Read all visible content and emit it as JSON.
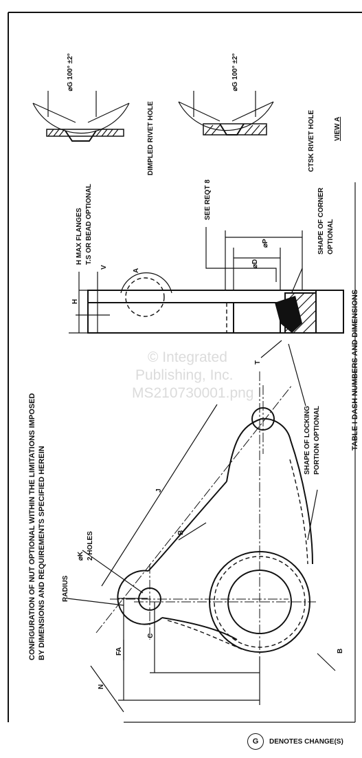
{
  "notes": {
    "configuration_line1": "CONFIGURATION OF NUT OPTIONAL WITHIN THE LIMITATIONS IMPOSED",
    "configuration_line2": "BY DIMENSIONS AND REQUIREMENTS SPECIFIED HEREIN",
    "radius": "RADIUS",
    "holes_line1": "⌀K",
    "holes_line2": "2 HOLES",
    "h_flanges_line1": "H  MAX FLANGES",
    "h_flanges_line2": "T.S OR BEAD OPTIONAL",
    "see_reqt": "SEE REQT 8",
    "corner_line1": "SHAPE OF CORNER",
    "corner_line2": "OPTIONAL",
    "locking_line1": "SHAPE OF LOCKING",
    "locking_line2": "PORTION OPTIONAL",
    "dimpled": "DIMPLED RIVET HOLE",
    "ctsk": "CTSK RIVET HOLE",
    "view": "VIEW A",
    "table_title": "TABLE I  DASH NUMBERS AND DIMENSIONS",
    "angle_1": "⌀G 100° ±2°",
    "angle_2": "⌀G 100° ±2°"
  },
  "dims": {
    "A": "A",
    "B": "B",
    "B2": "B",
    "C": "C",
    "F": "F",
    "J": "J",
    "N": "N",
    "H": "H",
    "V": "V",
    "T": "T",
    "D": "⌀D",
    "P": "⌀P",
    "A_view": "A"
  },
  "watermark": {
    "line1": "© Integrated",
    "line2": "Publishing, Inc.",
    "line3": "MS210730001.png"
  },
  "footer": {
    "symbol": "G",
    "text": "DENOTES CHANGE(S)"
  }
}
